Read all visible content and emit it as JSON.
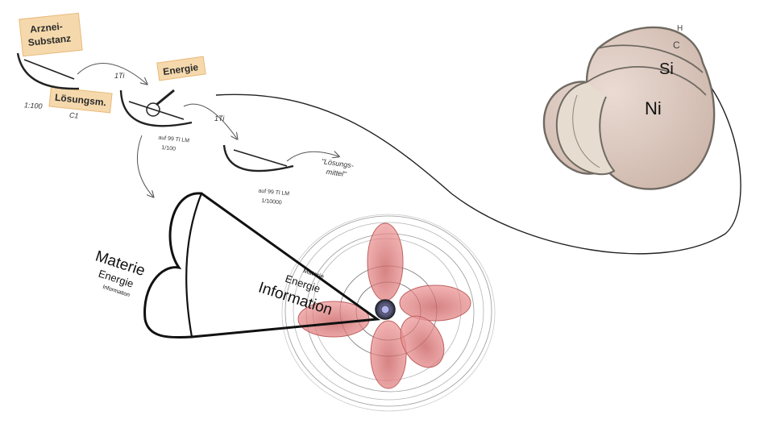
{
  "labels": {
    "arznei_line1": "Arznei-",
    "arznei_line2": "Substanz",
    "loesungsmittel": "Lösungsm.",
    "c1": "C1",
    "ratio_100_left": "1:100",
    "energie_tag": "Energie",
    "ti_first": "1Ti",
    "ti_second": "1Ti",
    "step1_line1": "auf 99 Tl LM",
    "step1_line2": "1/100",
    "step2_line1": "auf 99 Tl LM",
    "step2_line2": "1/10000",
    "loesungsmittel_quote_line1": "\"Lösungs-",
    "loesungsmittel_quote_line2": "mittel\""
  },
  "shell": {
    "h": "H",
    "c": "C",
    "si": "Si",
    "ni": "Ni"
  },
  "triad_left": {
    "materie": "Materie",
    "energie": "Energie",
    "information": "Information"
  },
  "triad_right": {
    "materie": "Materie",
    "energie": "Energie",
    "information": "Information"
  },
  "colors": {
    "tag_fill": "#f5d9ad",
    "tag_border": "#e9b978",
    "shell_fill": "#dcc7bd",
    "shell_stroke": "#6f6a62",
    "petal_fill": "#e07a7a",
    "ink": "#111111"
  }
}
